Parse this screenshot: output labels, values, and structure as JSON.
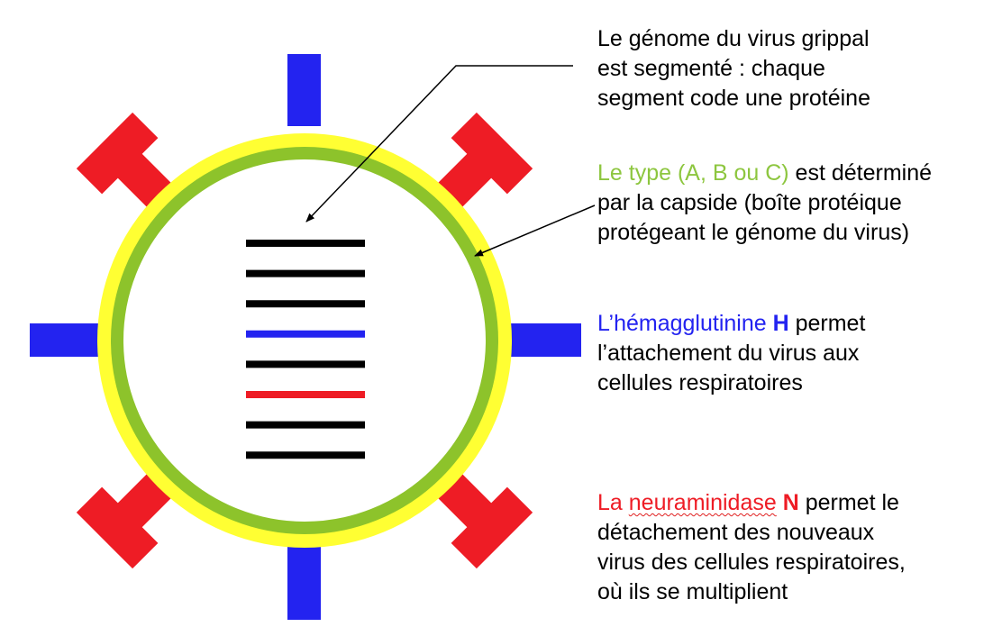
{
  "colors": {
    "type_accent": "#8dc63f",
    "hemagglutinin_accent": "#2323f0",
    "neuraminidase_accent": "#ee1c25",
    "envelope_fill": "#ffff33",
    "capsid_ring": "#8dc32b",
    "genome_segment_default": "#000000",
    "spelling_squiggle": "#e02020"
  },
  "diagram": {
    "genome_segments": [
      {
        "color": "black"
      },
      {
        "color": "black"
      },
      {
        "color": "black"
      },
      {
        "color": "blue"
      },
      {
        "color": "black"
      },
      {
        "color": "red"
      },
      {
        "color": "black"
      },
      {
        "color": "black"
      }
    ],
    "spikes": {
      "hemagglutinin_count": 4,
      "neuraminidase_count": 4,
      "hemagglutinin_icon": "bar-spike-icon",
      "neuraminidase_icon": "t-shaped-spike-icon"
    }
  },
  "annotations": {
    "genome": {
      "lines": [
        "Le génome du virus grippal",
        "est segmenté  : chaque",
        "segment code une protéine"
      ]
    },
    "type": {
      "highlight": "Le type (A, B ou C)",
      "line1_rest": " est déterminé",
      "line2": "par la capside (boîte protéique",
      "line3": "protégeant le génome du virus)"
    },
    "hemagglutinin": {
      "name": "L’hémagglutinine ",
      "symbol": "H",
      "line1_rest": " permet",
      "line2": "l’attachement du virus aux",
      "line3": "cellules respiratoires"
    },
    "neuraminidase": {
      "prefix": "La ",
      "name": "neuraminidase",
      "space": " ",
      "symbol": "N",
      "line1_rest": " permet le",
      "line2": "détachement des nouveaux",
      "line3": "virus des cellules respiratoires,",
      "line4": "où ils se multiplient"
    }
  }
}
